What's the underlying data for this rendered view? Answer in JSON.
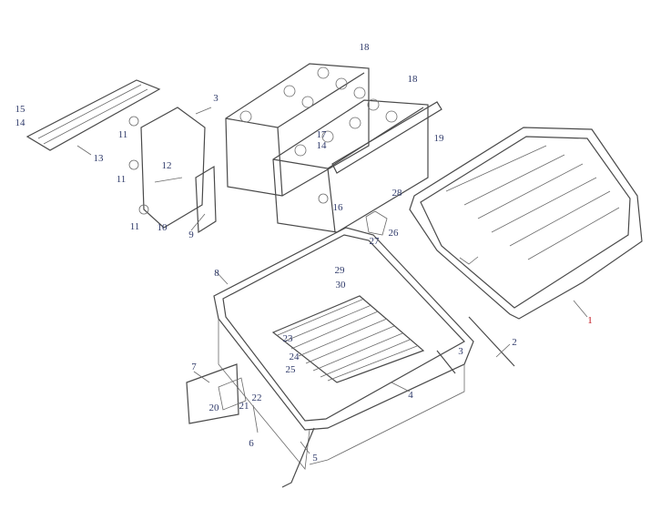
{
  "diagram": {
    "title": "Battery box exploded view",
    "accent_color": "#c0121b",
    "callouts": [
      "18",
      "18",
      "3",
      "15",
      "14",
      "11",
      "13",
      "11",
      "12",
      "11",
      "10",
      "9",
      "17",
      "14",
      "19",
      "16",
      "28",
      "27",
      "26",
      "29",
      "30",
      "8",
      "1",
      "2",
      "3",
      "4",
      "7",
      "5",
      "6",
      "20",
      "21",
      "22",
      "23",
      "24",
      "25"
    ]
  }
}
